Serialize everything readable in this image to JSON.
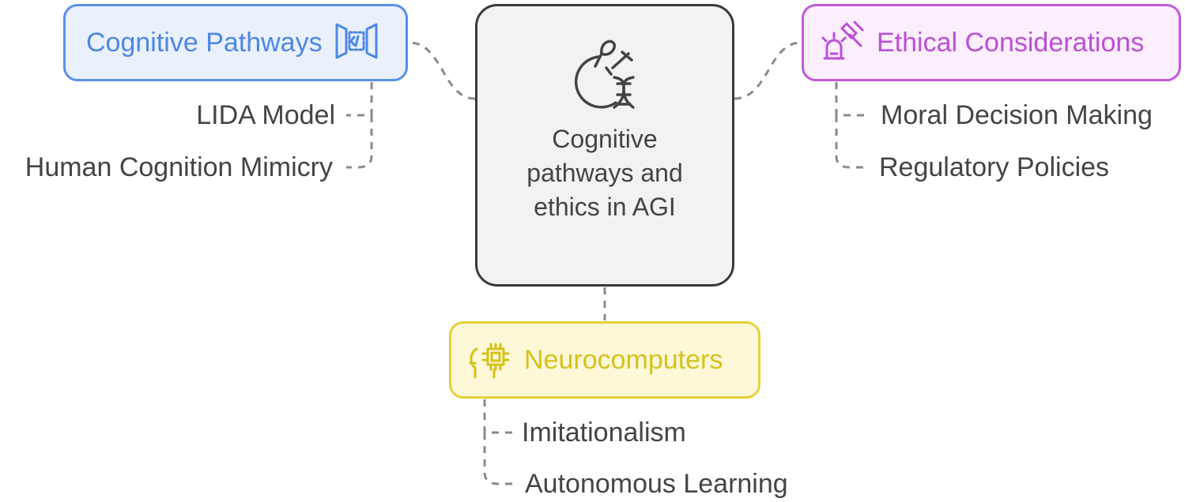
{
  "center": {
    "title": "Cognitive pathways and ethics in AGI",
    "icon": "dna-biology-icon"
  },
  "branches": {
    "cognitive": {
      "label": "Cognitive Pathways",
      "icon": "code-brackets-icon",
      "color": "#5b8fe8",
      "items": [
        "LIDA Model",
        "Human Cognition Mimicry"
      ]
    },
    "ethics": {
      "label": "Ethical Considerations",
      "icon": "gavel-alarm-icon",
      "color": "#c05ad8",
      "items": [
        "Moral Decision Making",
        "Regulatory Policies"
      ]
    },
    "neuro": {
      "label": "Neurocomputers",
      "icon": "brain-chip-icon",
      "color": "#e6d13a",
      "items": [
        "Imitationalism",
        "Autonomous Learning"
      ]
    }
  }
}
